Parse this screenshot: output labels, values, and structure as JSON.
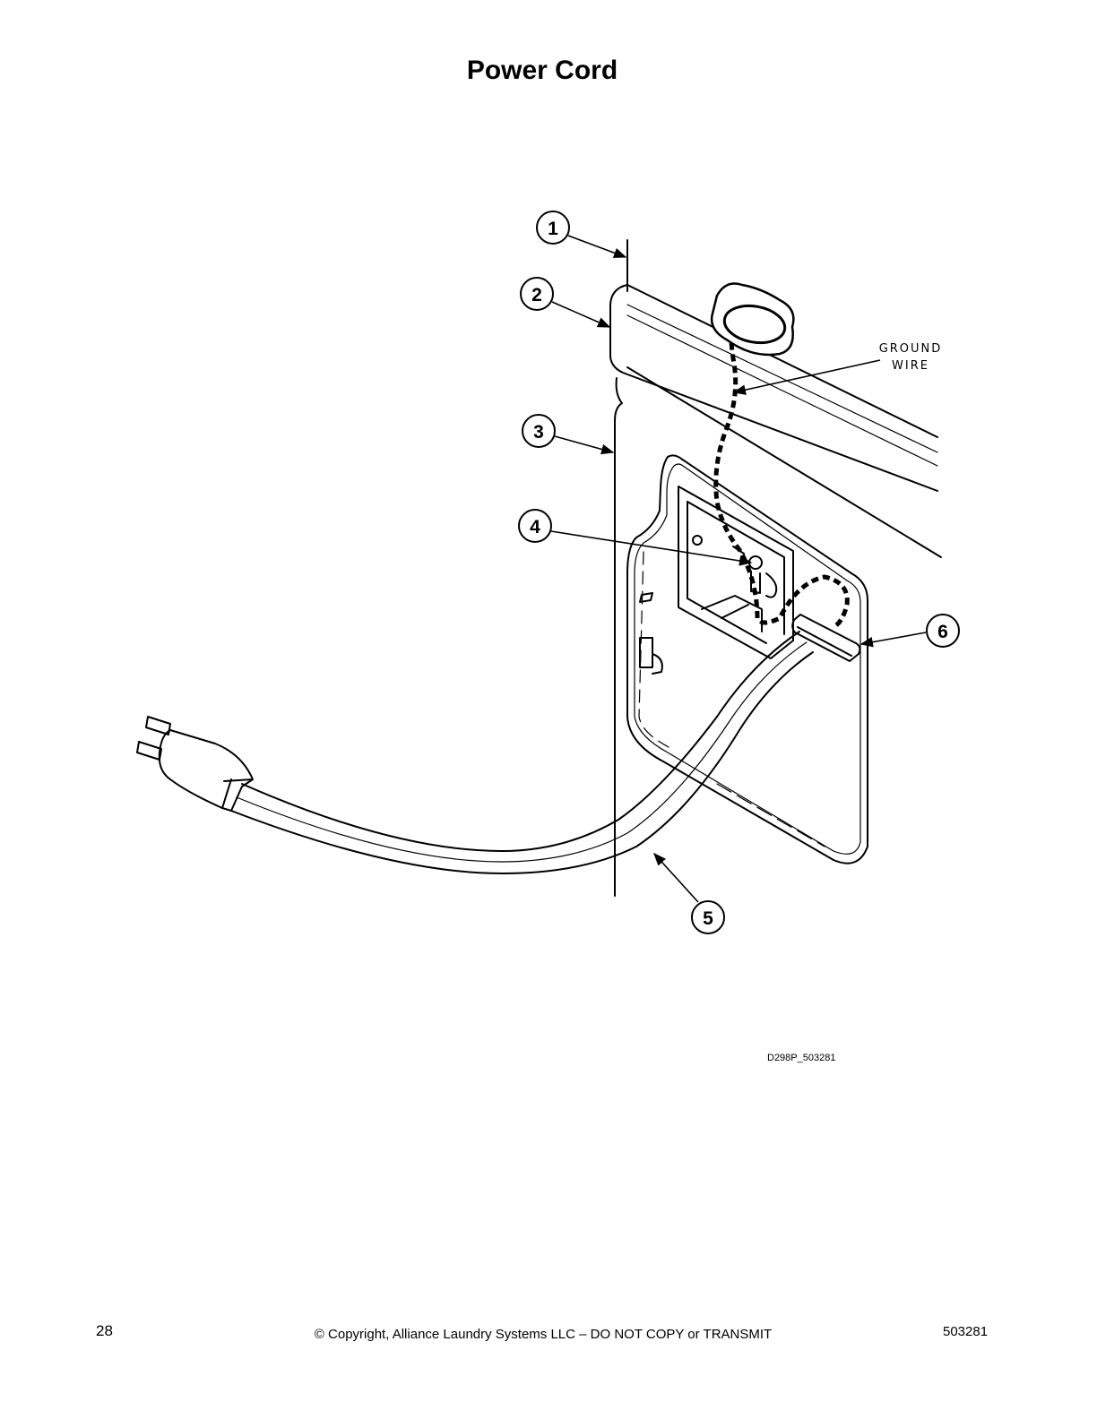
{
  "page": {
    "title": "Power Cord",
    "figure_id": "D298P_503281",
    "page_number": "28",
    "copyright": "© Copyright, Alliance Laundry Systems LLC – DO NOT COPY or TRANSMIT",
    "document_number": "503281"
  },
  "diagram": {
    "callouts": [
      "1",
      "2",
      "3",
      "4",
      "5",
      "6"
    ],
    "annotation_line1": "GROUND",
    "annotation_line2": "WIRE"
  }
}
